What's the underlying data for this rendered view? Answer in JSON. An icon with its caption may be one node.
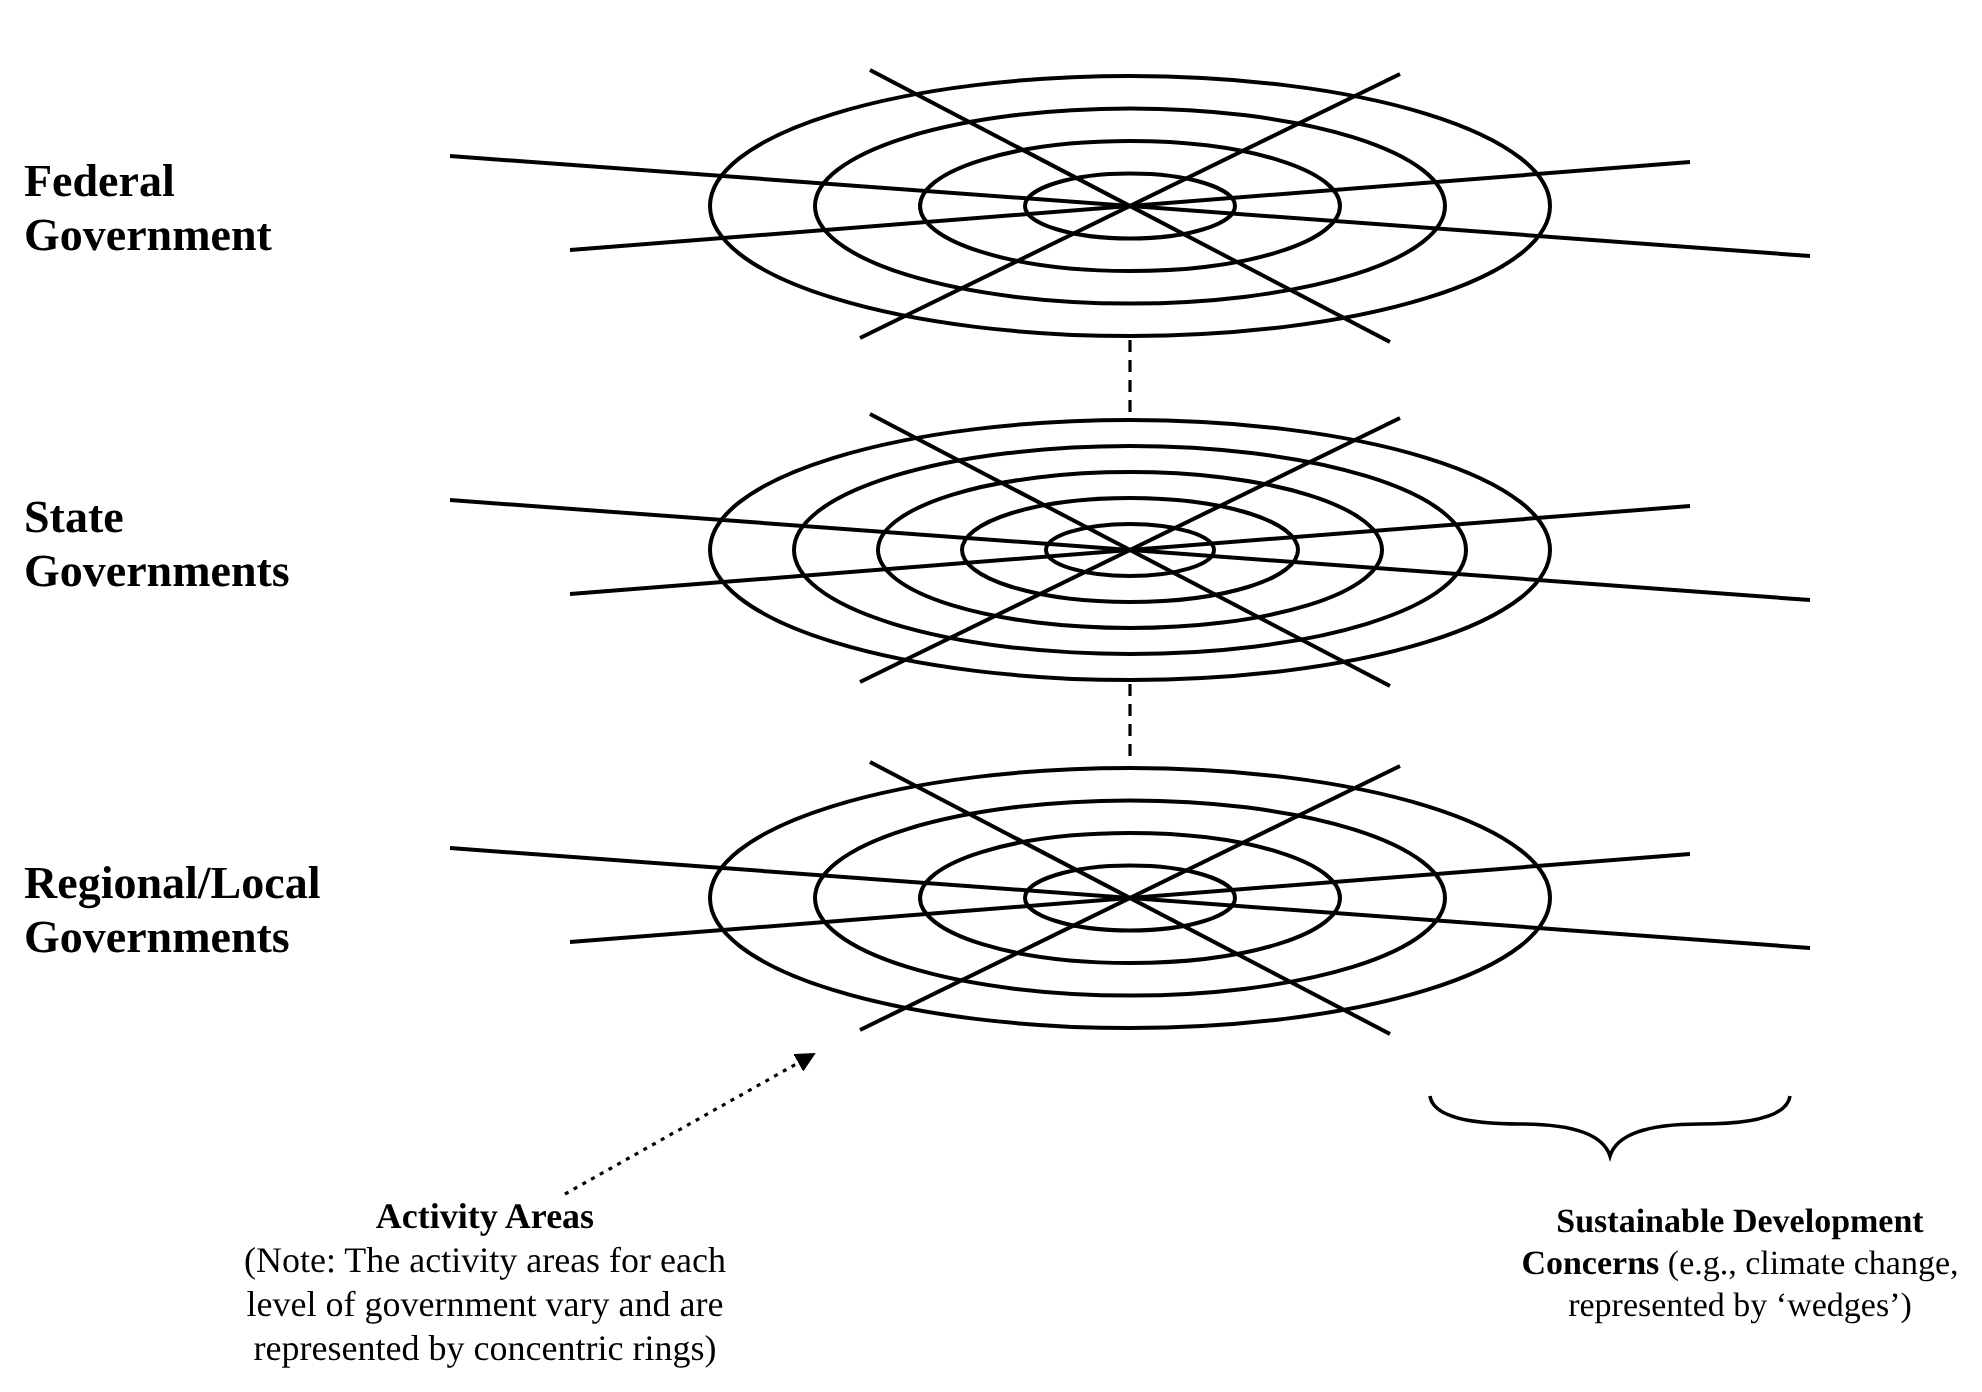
{
  "diagram": {
    "nodes": [
      {
        "text": [],
        "shape": "picture",
        "beside": [
          "Federal Government"
        ]
      },
      {
        "text": [],
        "shape": "picture",
        "beside": [
          "State Governments"
        ]
      },
      {
        "text": [],
        "shape": "picture",
        "beside": [
          "Regional/Local Governments"
        ]
      },
      {
        "text": [
          "Activity Areas",
          "(Note: The activity areas for each level of government vary and are represented by concentric rings)"
        ]
      }
    ],
    "edges": [
      {
        "from": 0,
        "to": 1,
        "arrow": "none",
        "style": "dashed"
      },
      {
        "from": 1,
        "to": 2,
        "arrow": "none",
        "style": "dashed"
      },
      {
        "from": 3,
        "to": null,
        "arrow": "to",
        "style": "dashed"
      }
    ],
    "labels": [
      "**Sustainable Development Concerns** (e.g., climate change, represented by ‘wedges’)"
    ]
  }
}
